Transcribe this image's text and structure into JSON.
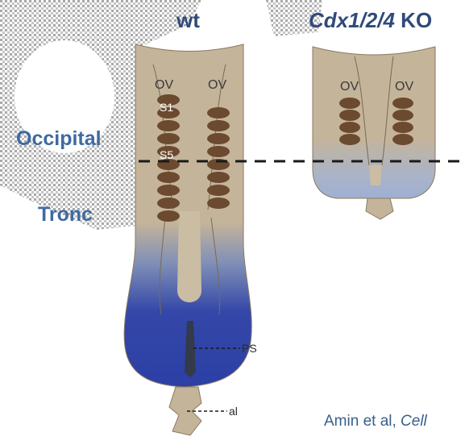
{
  "headers": {
    "wt": "wt",
    "ko_gene": "Cdx1/2/4",
    "ko_suffix": " KO"
  },
  "regions": {
    "occipital": "Occipital",
    "trunk": "Tronc"
  },
  "embryo_labels": {
    "otic_vesicle": "OV",
    "somite_1": "S1",
    "somite_5": "S5",
    "primitive_streak": "PS",
    "allantois": "al"
  },
  "citation": {
    "authors": "Amin et al, ",
    "journal": "Cell"
  },
  "colors": {
    "tissue": "#c4b49a",
    "somite": "#6b4a2f",
    "posterior_blue": "#2c3fa5",
    "label_blue": "#3f6aa0"
  }
}
